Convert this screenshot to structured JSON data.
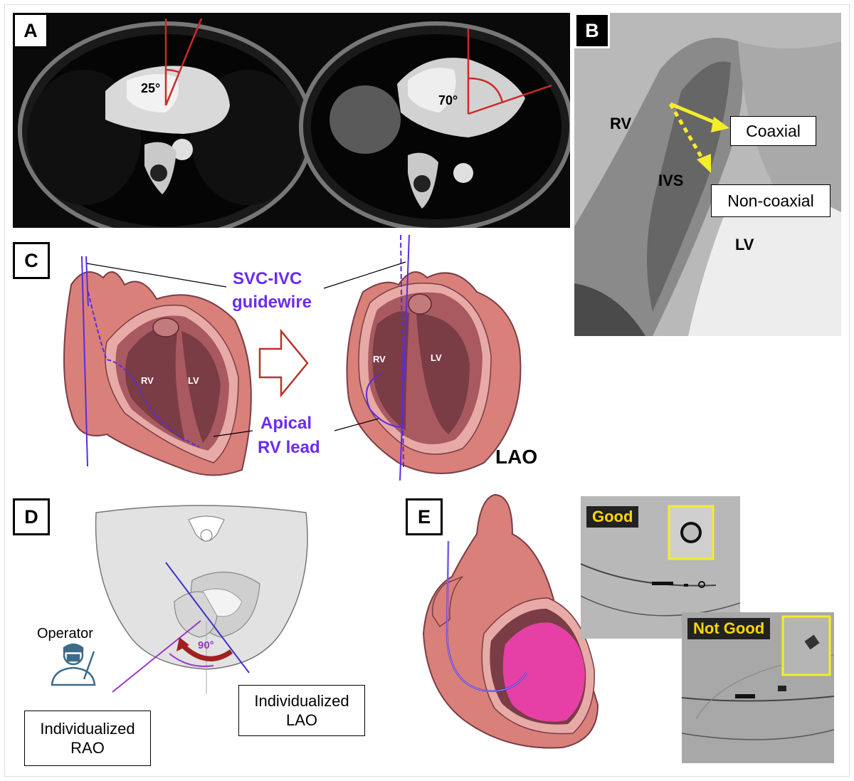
{
  "panels": {
    "A": {
      "label": "A",
      "left_angle": "25°",
      "right_angle": "70°"
    },
    "B": {
      "label": "B",
      "rv_label": "RV",
      "ivs_label": "IVS",
      "lv_label": "LV",
      "coaxial_label": "Coaxial",
      "noncoaxial_label": "Non-coaxial"
    },
    "C": {
      "label": "C",
      "guidewire_label": "SVC-IVC guidewire",
      "guidewire_line1": "SVC-IVC",
      "guidewire_line2": "guidewire",
      "lead_line1": "Apical",
      "lead_line2": "RV lead",
      "rv1": "RV",
      "lv1": "LV",
      "rv2": "RV",
      "lv2": "LV",
      "lao_label": "LAO"
    },
    "D": {
      "label": "D",
      "operator_label": "Operator",
      "angle_label": "90°",
      "lao_line1": "Individualized",
      "lao_line2": "LAO",
      "rao_line1": "Individualized",
      "rao_line2": "RAO"
    },
    "E": {
      "label": "E",
      "good_label": "Good",
      "notgood_label": "Not Good"
    }
  },
  "colors": {
    "heart_outer": "#d9807a",
    "heart_inner": "#a85a60",
    "heart_dark": "#7a3c45",
    "guidewire": "#5b2be0",
    "angle_red": "#cc2a2a",
    "arrow_yellow": "#f4ee2a",
    "lv_magenta": "#e63fa6",
    "purple_label": "#6a2cf0"
  }
}
